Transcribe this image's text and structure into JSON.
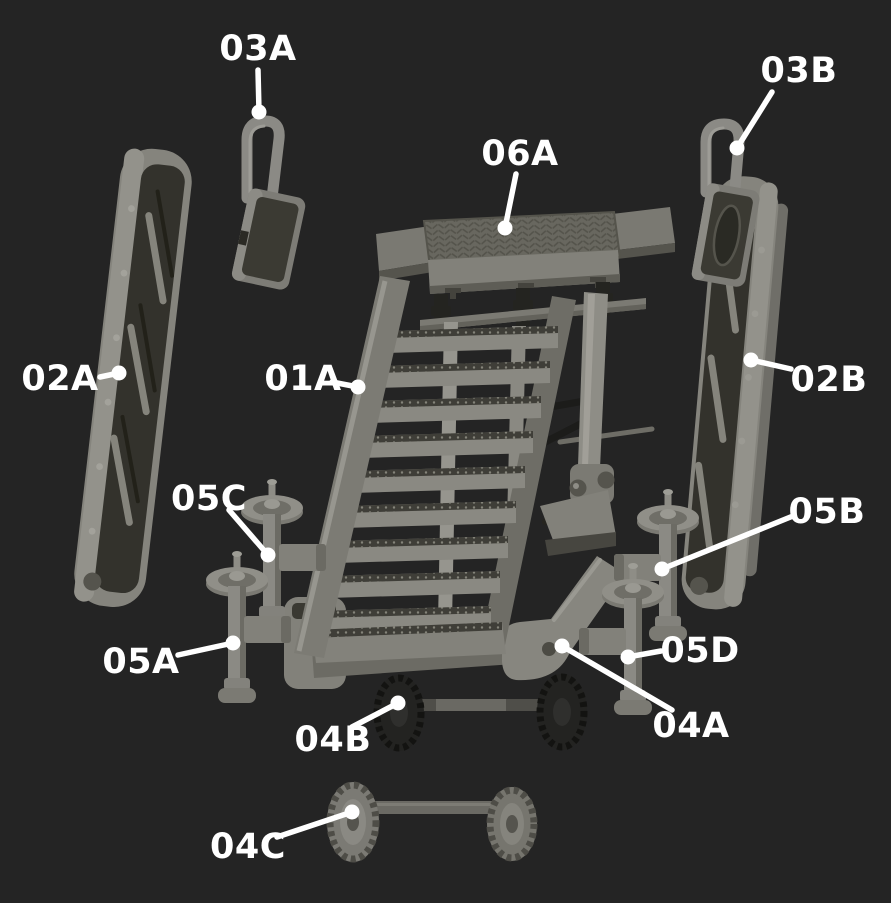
{
  "diagram": {
    "type": "exploded-parts-diagram",
    "subject": "mobile-stair-truck-model-kit",
    "background_color": "#242424",
    "label_color": "#ffffff",
    "leader_color": "#ffffff"
  },
  "palette": {
    "part_light": "#8e8d86",
    "part_mid": "#7a7972",
    "part_shade": "#6b6a63",
    "part_dark": "#3f3e38",
    "part_inset": "#33322c",
    "brace_black": "#1c1c1a",
    "wheel_dark": "#232321",
    "wheel_gray": "#7b7a74"
  },
  "labels": {
    "p01a": {
      "text": "01A",
      "part": "staircase"
    },
    "p02a": {
      "text": "02A",
      "part": "left-side-rail-panel"
    },
    "p02b": {
      "text": "02B",
      "part": "right-side-rail-panel"
    },
    "p03a": {
      "text": "03A",
      "part": "left-platform-gate"
    },
    "p03b": {
      "text": "03B",
      "part": "right-platform-gate"
    },
    "p04a": {
      "text": "04A",
      "part": "base-chassis"
    },
    "p04b": {
      "text": "04B",
      "part": "wheel-axle-dark-wheels"
    },
    "p04c": {
      "text": "04C",
      "part": "wheel-axle-gray-wheels"
    },
    "p05a": {
      "text": "05A",
      "part": "stabilizer-jack-front-left"
    },
    "p05b": {
      "text": "05B",
      "part": "stabilizer-jack-rear-right"
    },
    "p05c": {
      "text": "05C",
      "part": "stabilizer-jack-rear-left"
    },
    "p05d": {
      "text": "05D",
      "part": "stabilizer-jack-front-right"
    },
    "p06a": {
      "text": "06A",
      "part": "platform-deck"
    }
  }
}
